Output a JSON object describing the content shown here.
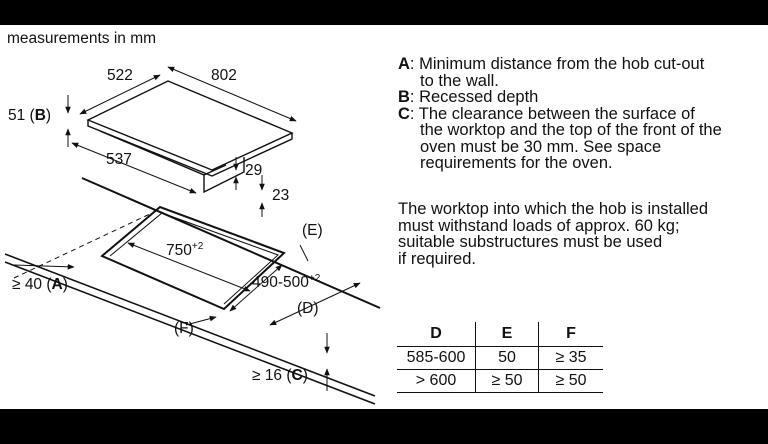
{
  "diagram": {
    "units_caption": "measurements in mm",
    "dimensions": {
      "hob_depth": "522",
      "hob_width": "802",
      "hob_height_prefix": "51 (",
      "hob_height_key": "B",
      "hob_height_suffix": ")",
      "hob_cutout_offset": "537",
      "d29": "29",
      "d23": "23",
      "cutout_width": "750",
      "cutout_width_tol": "+2",
      "cutout_depth": "490-500",
      "cutout_depth_tol": "+2",
      "wall_gap": "≥ 40 (",
      "wall_gap_key": "A",
      "wall_gap_suffix": ")",
      "oven_gap": "≥ 16 (",
      "oven_gap_key": "C",
      "oven_gap_suffix": ")",
      "label_E": "(E)",
      "label_D": "(D)",
      "label_F": "(F)"
    }
  },
  "legend": [
    {
      "key": "A",
      "line1": ": Minimum distance from the hob cut-out",
      "line2": "to the wall.",
      "line3": ""
    },
    {
      "key": "B",
      "line1": ": Recessed depth",
      "line2": "",
      "line3": ""
    },
    {
      "key": "C",
      "line1": ": The clearance between the surface of",
      "line2": "the worktop and the top of the front of the",
      "line3": "oven must be 30 mm. See space",
      "line4": "requirements for the oven."
    }
  ],
  "note": {
    "line1": "The worktop into which the hob is installed",
    "line2": "must withstand loads of approx. 60 kg;",
    "line3": "suitable substructures must be used",
    "line4": "if required."
  },
  "table": {
    "headers": [
      "D",
      "E",
      "F"
    ],
    "rows": [
      [
        "585-600",
        "50",
        "≥ 35"
      ],
      [
        "> 600",
        "≥ 50",
        "≥ 50"
      ]
    ]
  }
}
